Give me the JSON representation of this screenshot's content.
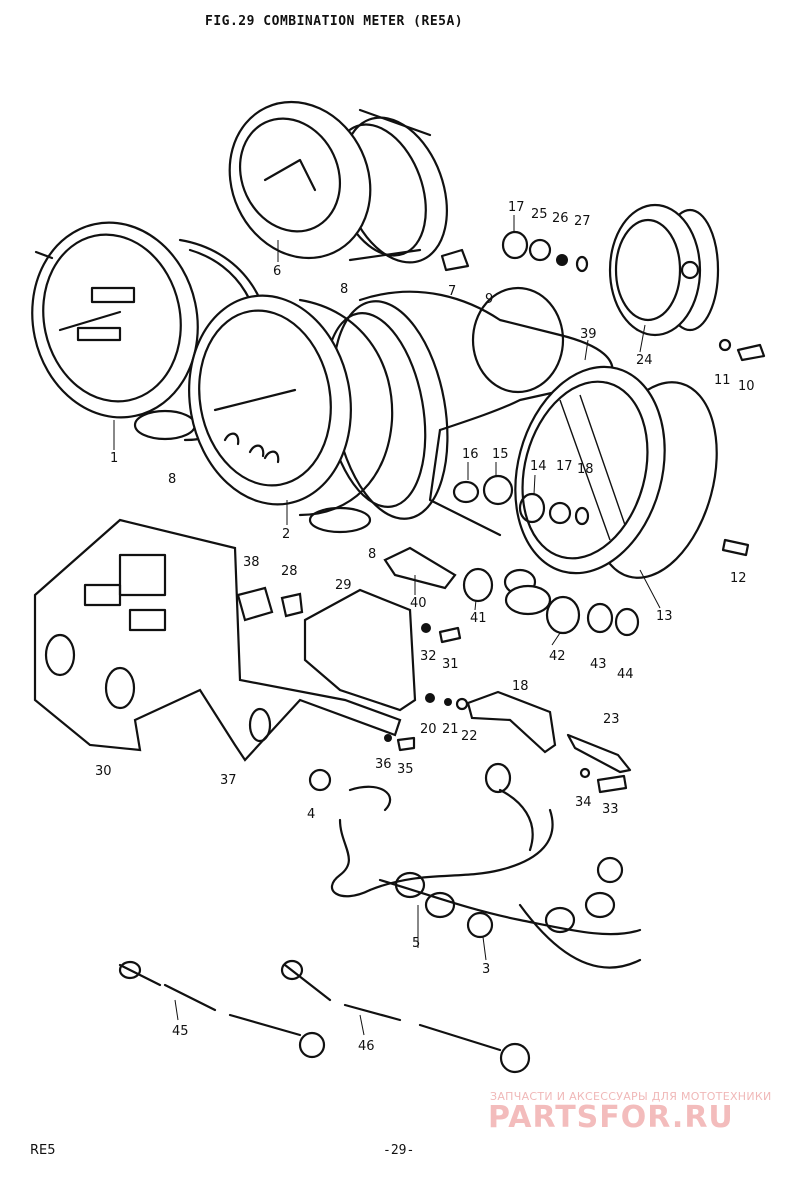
{
  "title": "FIG.29  COMBINATION METER (RE5A)",
  "footer": {
    "model": "RE5",
    "page": "-29-"
  },
  "watermark": {
    "line1": "ЗАПЧАСТИ И АКСЕССУАРЫ ДЛЯ МОТОТЕХНИКИ",
    "line2": "PARTSFOR.RU"
  },
  "callouts": {
    "c1": "1",
    "c2": "2",
    "c3": "3",
    "c4": "4",
    "c5": "5",
    "c6": "6",
    "c7": "7",
    "c8a": "8",
    "c8b": "8",
    "c8c": "8",
    "c9": "9",
    "c10": "10",
    "c11": "11",
    "c12": "12",
    "c13": "13",
    "c14": "14",
    "c15": "15",
    "c16": "16",
    "c17a": "17",
    "c17b": "17",
    "c18a": "18",
    "c18b": "18",
    "c20": "20",
    "c21": "21",
    "c22": "22",
    "c23": "23",
    "c24": "24",
    "c25": "25",
    "c26": "26",
    "c27": "27",
    "c28": "28",
    "c29": "29",
    "c30": "30",
    "c31": "31",
    "c32": "32",
    "c33": "33",
    "c34": "34",
    "c35": "35",
    "c36": "36",
    "c37": "37",
    "c38": "38",
    "c39": "39",
    "c40": "40",
    "c41": "41",
    "c42": "42",
    "c43": "43",
    "c44": "44",
    "c45": "45",
    "c46": "46"
  }
}
